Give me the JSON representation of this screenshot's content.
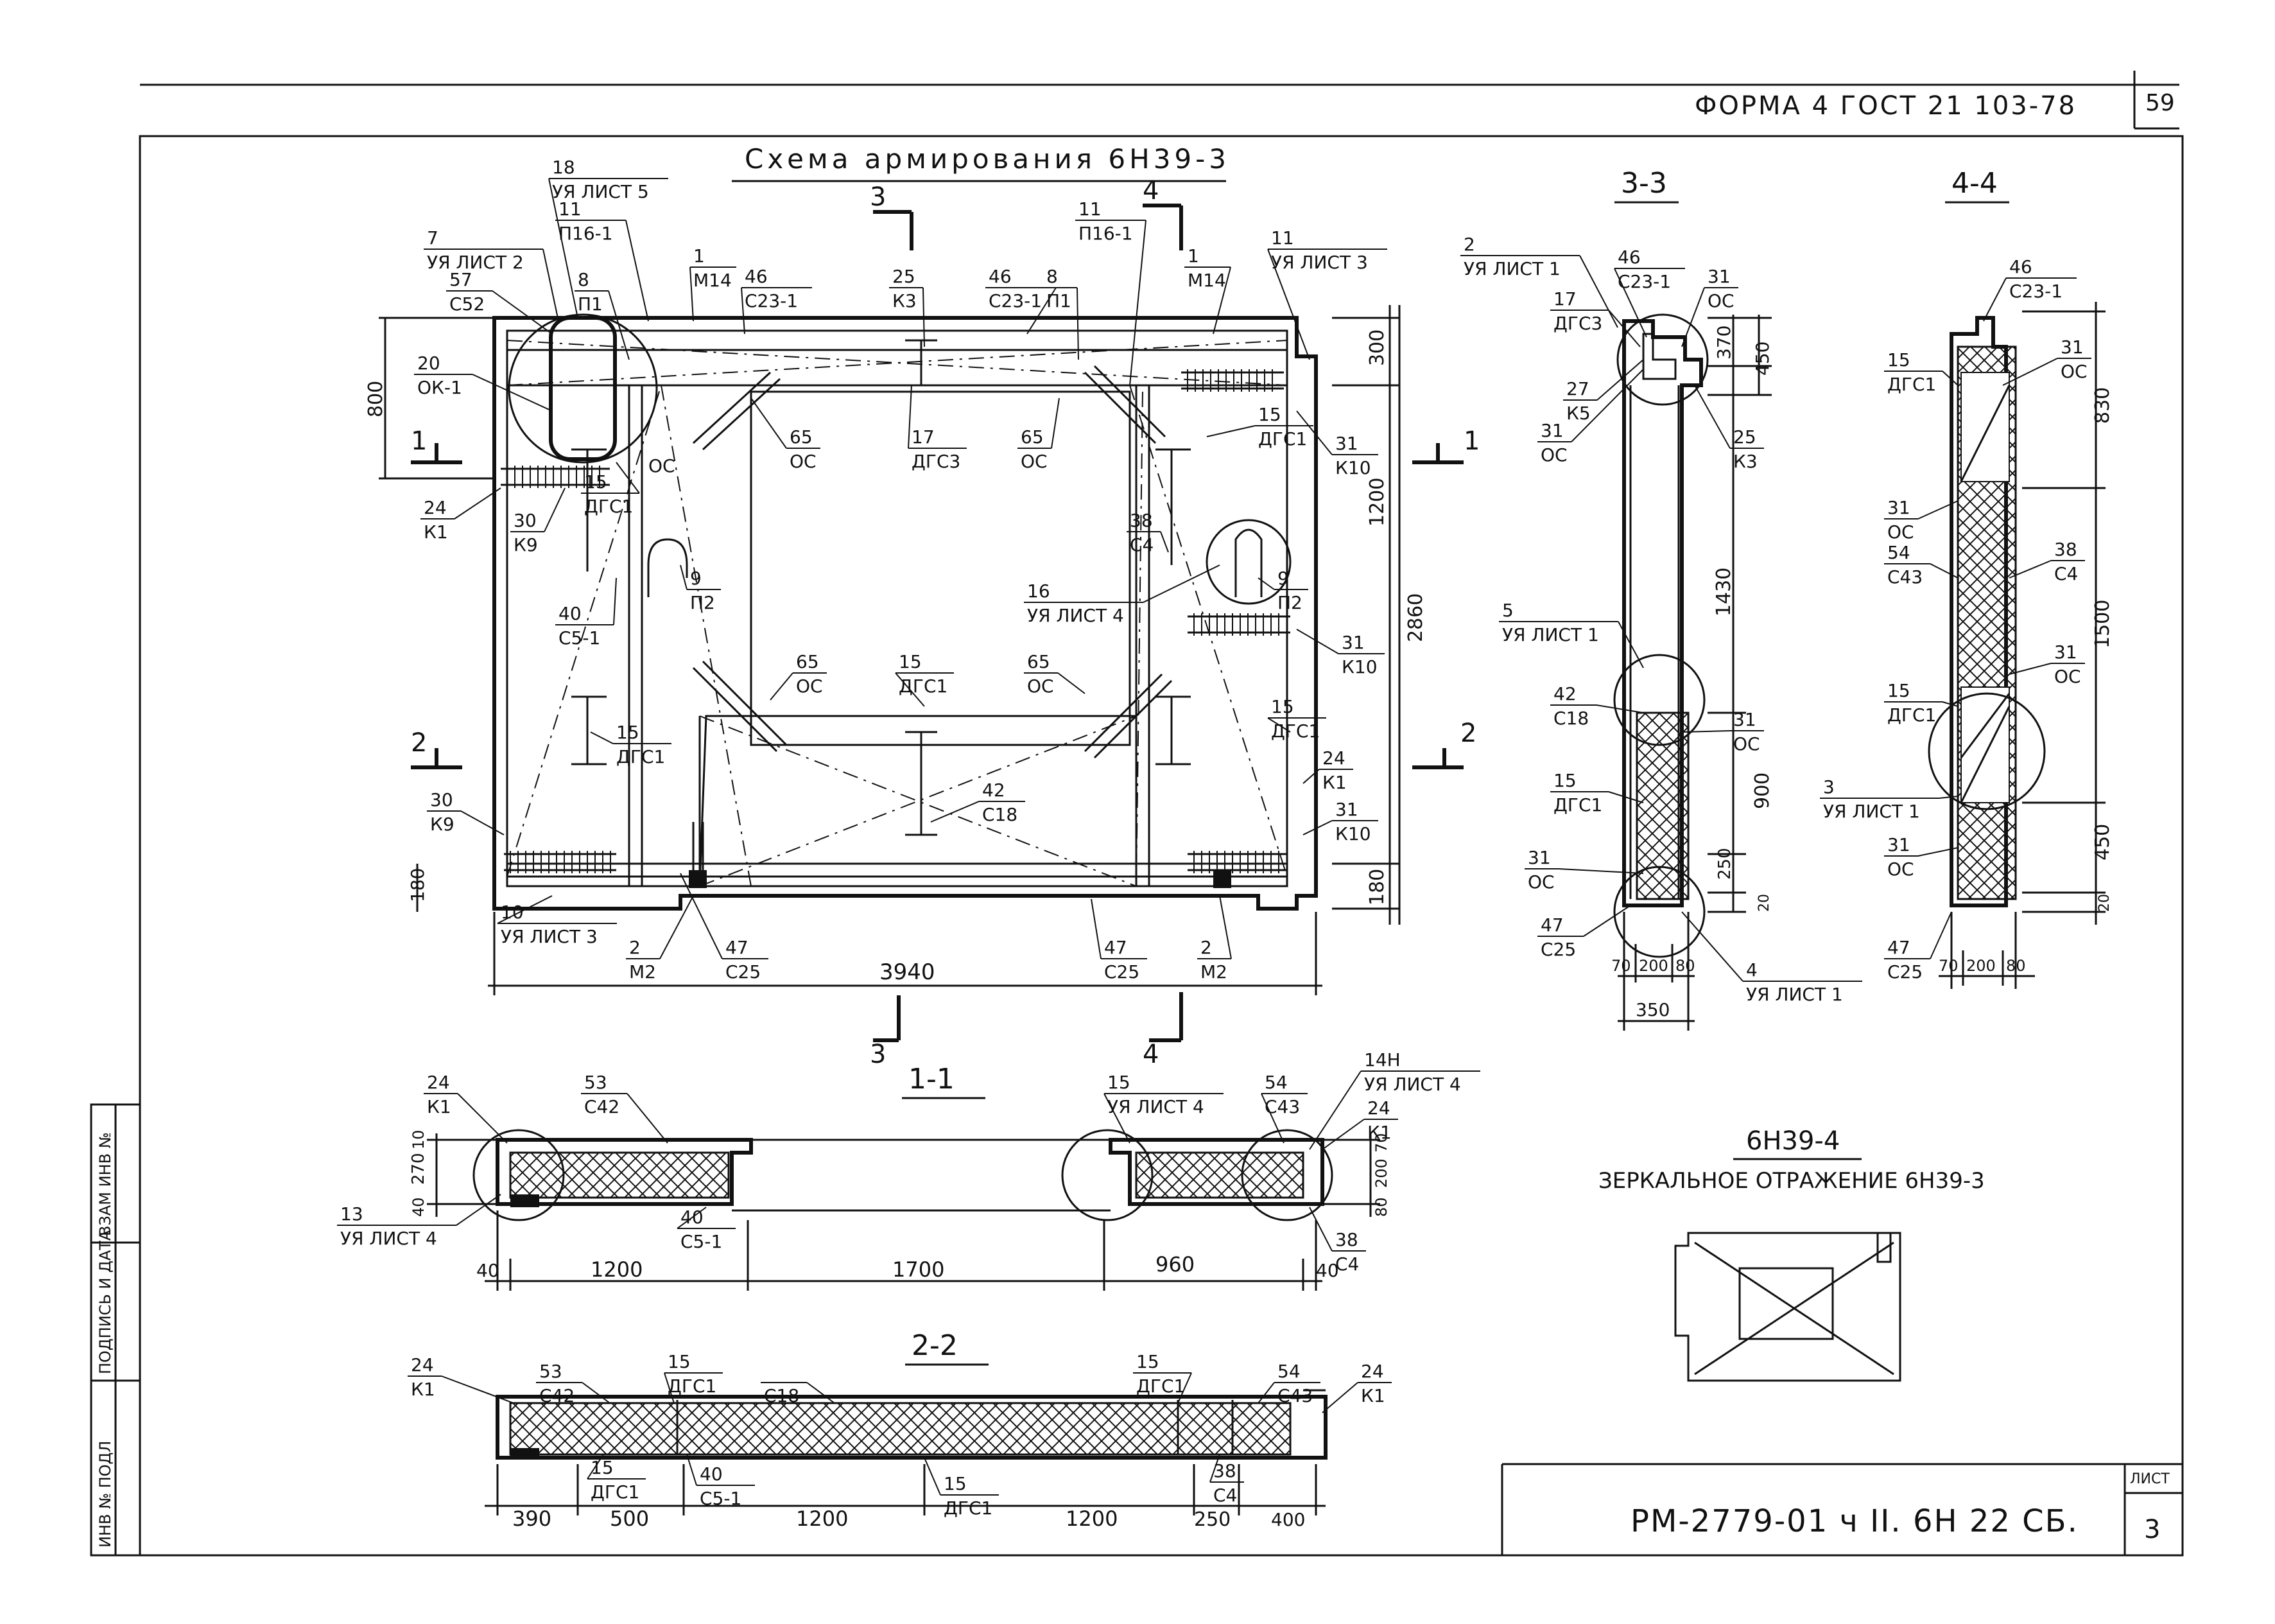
{
  "header": {
    "form": "ФОРМА 4 ГОСТ 21 103-78",
    "page_number": "59"
  },
  "main_title": "Схема армирования 6Н39-3",
  "side_stamp": [
    "ИНВ № ПОДЛ",
    "ПОДПИСЬ И ДАТА",
    "ВЗАМ ИНВ №"
  ],
  "plan": {
    "dims_bottom": [
      "3940"
    ],
    "dims_right": [
      "300",
      "1200",
      "2860",
      "180"
    ],
    "dims_left": [
      "800",
      "180"
    ],
    "section_marks": [
      {
        "num": "1"
      },
      {
        "num": "1"
      },
      {
        "num": "2"
      },
      {
        "num": "2"
      },
      {
        "num": "3"
      },
      {
        "num": "3"
      },
      {
        "num": "4"
      },
      {
        "num": "4"
      }
    ],
    "callouts": [
      {
        "top": "18",
        "bot": "УЯ ЛИСТ 5"
      },
      {
        "top": "7",
        "bot": "УЯ ЛИСТ 2"
      },
      {
        "top": "57",
        "bot": "С52"
      },
      {
        "top": "11",
        "bot": "П16-1"
      },
      {
        "top": "8",
        "bot": "П1"
      },
      {
        "top": "1",
        "bot": "М14"
      },
      {
        "top": "46",
        "bot": "С23-1"
      },
      {
        "top": "25",
        "bot": "К3"
      },
      {
        "top": "46",
        "bot": "С23-1"
      },
      {
        "top": "8",
        "bot": "П1"
      },
      {
        "top": "11",
        "bot": "П16-1"
      },
      {
        "top": "1",
        "bot": "М14"
      },
      {
        "top": "11",
        "bot": "УЯ ЛИСТ 3"
      },
      {
        "top": "20",
        "bot": "ОК-1"
      },
      {
        "top": "65",
        "bot": "ОС"
      },
      {
        "top": "17",
        "bot": "ДГС3"
      },
      {
        "top": "65",
        "bot": "ОС"
      },
      {
        "top": "15",
        "bot": "ДГС1"
      },
      {
        "top": "31",
        "bot": "К10"
      },
      {
        "top": "15",
        "bot": "ДГС1"
      },
      {
        "top": "24",
        "bot": "К1"
      },
      {
        "top": "30",
        "bot": "К9"
      },
      {
        "top": "9",
        "bot": "П2"
      },
      {
        "top": "38",
        "bot": "С4"
      },
      {
        "top": "16",
        "bot": "УЯ ЛИСТ 4"
      },
      {
        "top": "9",
        "bot": "П2"
      },
      {
        "top": "40",
        "bot": "С5-1"
      },
      {
        "top": "31",
        "bot": "К10"
      },
      {
        "top": "65",
        "bot": "ОС"
      },
      {
        "top": "15",
        "bot": "ДГС1"
      },
      {
        "top": "65",
        "bot": "ОС"
      },
      {
        "top": "15",
        "bot": "ДГС1"
      },
      {
        "top": "15",
        "bot": "ДГС1"
      },
      {
        "top": "42",
        "bot": "С18"
      },
      {
        "top": "24",
        "bot": "К1"
      },
      {
        "top": "30",
        "bot": "К9"
      },
      {
        "top": "31",
        "bot": "К10"
      },
      {
        "top": "10",
        "bot": "УЯ ЛИСТ 3"
      },
      {
        "top": "2",
        "bot": "М2"
      },
      {
        "top": "47",
        "bot": "С25"
      },
      {
        "top": "47",
        "bot": "С25"
      },
      {
        "top": "2",
        "bot": "М2"
      }
    ],
    "oc_label": "ОС"
  },
  "sec33": {
    "title": "3-3",
    "dims_right": [
      "370",
      "450",
      "1430",
      "900",
      "250",
      "20"
    ],
    "dims_bottom": [
      "70",
      "200",
      "80",
      "350"
    ],
    "callouts": [
      {
        "top": "2",
        "bot": "УЯ ЛИСТ 1"
      },
      {
        "top": "46",
        "bot": "С23-1"
      },
      {
        "top": "17",
        "bot": "ДГС3"
      },
      {
        "top": "31",
        "bot": "ОС"
      },
      {
        "top": "27",
        "bot": "К5"
      },
      {
        "top": "31",
        "bot": "ОС"
      },
      {
        "top": "25",
        "bot": "К3"
      },
      {
        "top": "5",
        "bot": "УЯ ЛИСТ 1"
      },
      {
        "top": "42",
        "bot": "С18"
      },
      {
        "top": "31",
        "bot": "ОС"
      },
      {
        "top": "15",
        "bot": "ДГС1"
      },
      {
        "top": "31",
        "bot": "ОС"
      },
      {
        "top": "47",
        "bot": "С25"
      },
      {
        "top": "4",
        "bot": "УЯ ЛИСТ 1"
      }
    ]
  },
  "sec44": {
    "title": "4-4",
    "dims_right": [
      "830",
      "1500",
      "450",
      "20"
    ],
    "dims_bottom": [
      "70",
      "200",
      "80"
    ],
    "callouts": [
      {
        "top": "46",
        "bot": "С23-1"
      },
      {
        "top": "15",
        "bot": "ДГС1"
      },
      {
        "top": "31",
        "bot": "ОС"
      },
      {
        "top": "31",
        "bot": "ОС"
      },
      {
        "top": "54",
        "bot": "С43"
      },
      {
        "top": "38",
        "bot": "С4"
      },
      {
        "top": "31",
        "bot": "ОС"
      },
      {
        "top": "15",
        "bot": "ДГС1"
      },
      {
        "top": "3",
        "bot": "УЯ ЛИСТ 1"
      },
      {
        "top": "31",
        "bot": "ОС"
      },
      {
        "top": "47",
        "bot": "С25"
      }
    ]
  },
  "sec11": {
    "title": "1-1",
    "dims_bottom": [
      "40",
      "1200",
      "1700",
      "960",
      "40"
    ],
    "dims_left": [
      "10",
      "270",
      "40"
    ],
    "dims_right": [
      "70",
      "200",
      "80"
    ],
    "callouts": [
      {
        "top": "24",
        "bot": "К1"
      },
      {
        "top": "53",
        "bot": "С42"
      },
      {
        "top": "15",
        "bot": "УЯ ЛИСТ 4"
      },
      {
        "top": "54",
        "bot": "С43"
      },
      {
        "top": "14Н",
        "bot": "УЯ ЛИСТ 4"
      },
      {
        "top": "24",
        "bot": "К1"
      },
      {
        "top": "13",
        "bot": "УЯ ЛИСТ 4"
      },
      {
        "top": "40",
        "bot": "С5-1"
      },
      {
        "top": "38",
        "bot": "С4"
      }
    ]
  },
  "sec22": {
    "title": "2-2",
    "dims_bottom": [
      "390",
      "500",
      "1200",
      "1200",
      "250",
      "400"
    ],
    "callouts": [
      {
        "top": "24",
        "bot": "К1"
      },
      {
        "top": "53",
        "bot": "С42"
      },
      {
        "top": "15",
        "bot": "ДГС1"
      },
      {
        "top": "",
        "bot": "С18"
      },
      {
        "top": "15",
        "bot": "ДГС1"
      },
      {
        "top": "54",
        "bot": "С43"
      },
      {
        "top": "24",
        "bot": "К1"
      },
      {
        "top": "15",
        "bot": "ДГС1"
      },
      {
        "top": "40",
        "bot": "С5-1"
      },
      {
        "top": "15",
        "bot": "ДГС1"
      },
      {
        "top": "38",
        "bot": "С4"
      }
    ]
  },
  "mirror": {
    "title": "6Н39-4",
    "subtitle": "ЗЕРКАЛЬНОЕ ОТРАЖЕНИЕ 6Н39-3"
  },
  "title_block": {
    "code": "РМ-2779-01 ч II. 6Н 22 СБ.",
    "sheet_label": "ЛИСТ",
    "sheet_number": "3"
  }
}
